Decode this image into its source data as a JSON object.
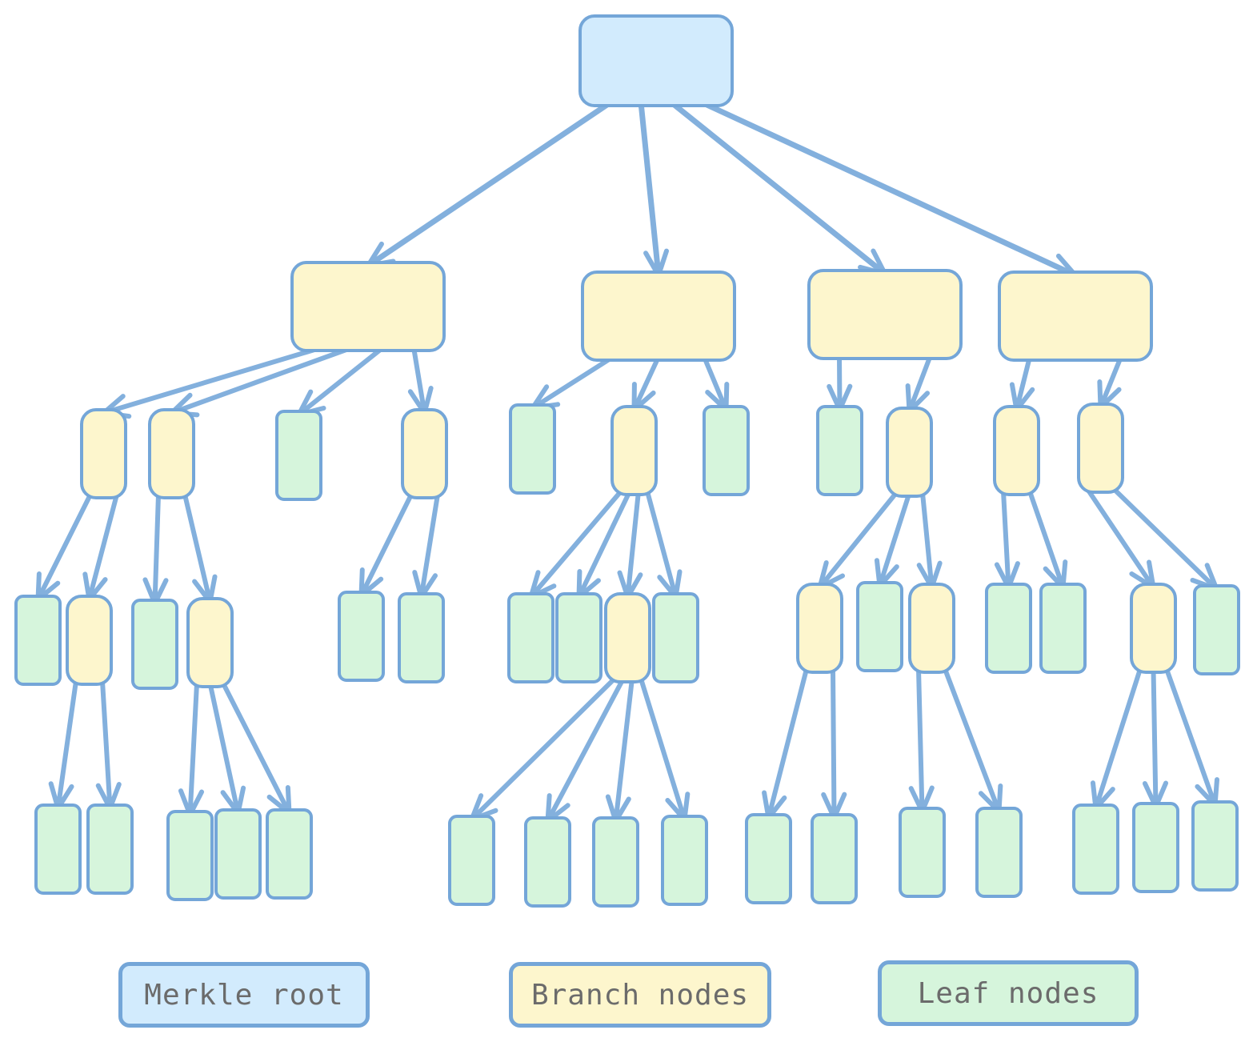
{
  "colors": {
    "root_fill": "#d2ebfd",
    "branch_fill": "#fdf6cd",
    "leaf_fill": "#d6f5dc",
    "stroke": "#74a6d8",
    "edge": "#83b0dd",
    "legend_text": "#6b6b6b"
  },
  "legend": {
    "root_label": "Merkle root",
    "branch_label": "Branch nodes",
    "leaf_label": "Leaf nodes"
  },
  "tree": {
    "root": {
      "kind": "root",
      "children": [
        {
          "kind": "branch",
          "children": [
            {
              "kind": "branch",
              "children": [
                {
                  "kind": "leaf"
                },
                {
                  "kind": "branch",
                  "children": [
                    {
                      "kind": "leaf"
                    },
                    {
                      "kind": "leaf"
                    }
                  ]
                }
              ]
            },
            {
              "kind": "branch",
              "children": [
                {
                  "kind": "leaf"
                },
                {
                  "kind": "branch",
                  "children": [
                    {
                      "kind": "leaf"
                    },
                    {
                      "kind": "leaf"
                    },
                    {
                      "kind": "leaf"
                    }
                  ]
                }
              ]
            },
            {
              "kind": "leaf"
            },
            {
              "kind": "branch",
              "children": [
                {
                  "kind": "leaf"
                },
                {
                  "kind": "leaf"
                }
              ]
            }
          ]
        },
        {
          "kind": "branch",
          "children": [
            {
              "kind": "leaf"
            },
            {
              "kind": "branch",
              "children": [
                {
                  "kind": "leaf"
                },
                {
                  "kind": "leaf"
                },
                {
                  "kind": "branch",
                  "children": [
                    {
                      "kind": "leaf"
                    },
                    {
                      "kind": "leaf"
                    },
                    {
                      "kind": "leaf"
                    },
                    {
                      "kind": "leaf"
                    }
                  ]
                },
                {
                  "kind": "leaf"
                }
              ]
            },
            {
              "kind": "leaf"
            }
          ]
        },
        {
          "kind": "branch",
          "children": [
            {
              "kind": "leaf"
            },
            {
              "kind": "branch",
              "children": [
                {
                  "kind": "branch",
                  "children": [
                    {
                      "kind": "leaf"
                    },
                    {
                      "kind": "leaf"
                    }
                  ]
                },
                {
                  "kind": "leaf"
                },
                {
                  "kind": "branch",
                  "children": [
                    {
                      "kind": "leaf"
                    },
                    {
                      "kind": "leaf"
                    }
                  ]
                }
              ]
            }
          ]
        },
        {
          "kind": "branch",
          "children": [
            {
              "kind": "branch",
              "children": [
                {
                  "kind": "leaf"
                },
                {
                  "kind": "leaf"
                }
              ]
            },
            {
              "kind": "branch",
              "children": [
                {
                  "kind": "branch",
                  "children": [
                    {
                      "kind": "leaf"
                    },
                    {
                      "kind": "leaf"
                    },
                    {
                      "kind": "leaf"
                    }
                  ]
                },
                {
                  "kind": "leaf"
                }
              ]
            }
          ]
        }
      ]
    }
  }
}
